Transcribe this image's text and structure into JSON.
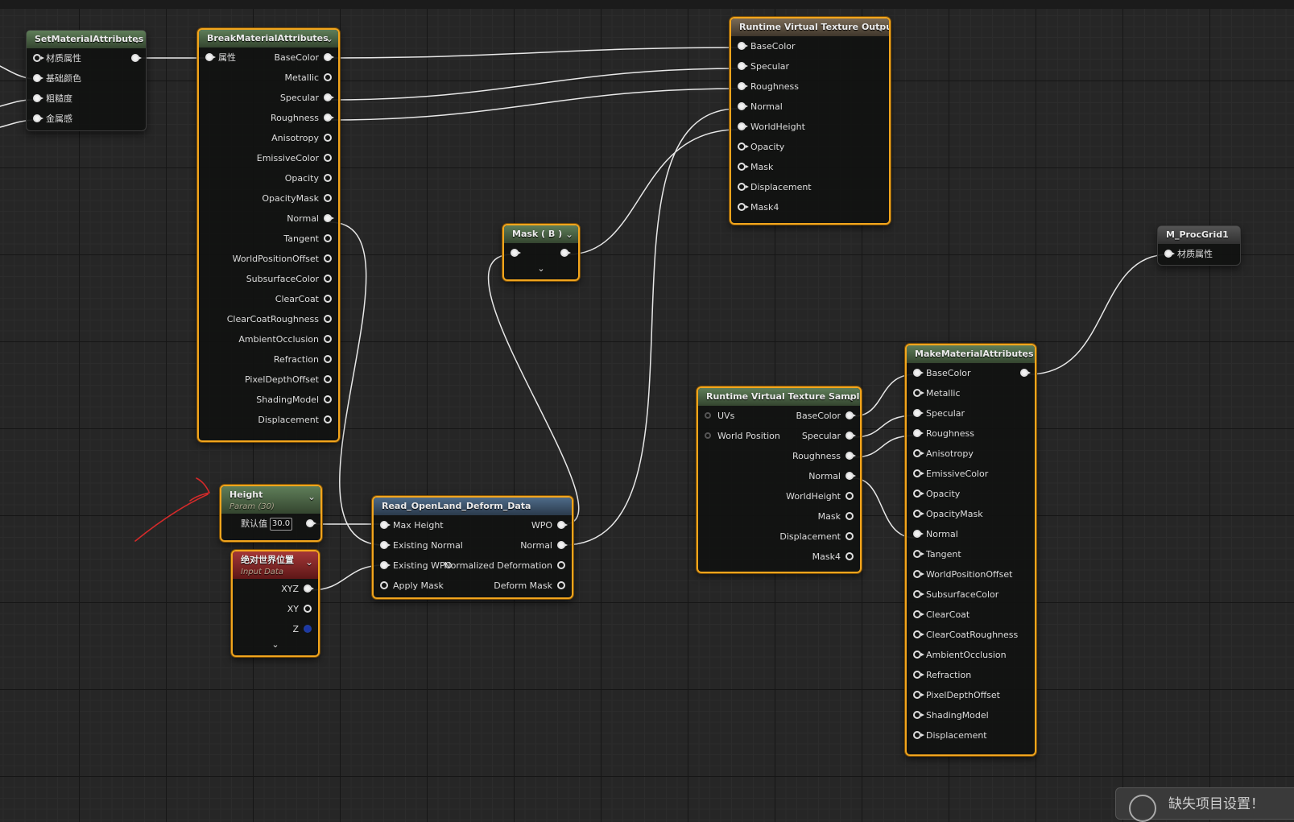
{
  "nodes": {
    "set_material_attributes": {
      "title": "SetMaterialAttributes",
      "inputs": [
        "材质属性",
        "基础颜色",
        "粗糙度",
        "金属感"
      ]
    },
    "break_material_attributes": {
      "title": "BreakMaterialAttributes",
      "input": "属性",
      "outputs": [
        "BaseColor",
        "Metallic",
        "Specular",
        "Roughness",
        "Anisotropy",
        "EmissiveColor",
        "Opacity",
        "OpacityMask",
        "Normal",
        "Tangent",
        "WorldPositionOffset",
        "SubsurfaceColor",
        "ClearCoat",
        "ClearCoatRoughness",
        "AmbientOcclusion",
        "Refraction",
        "PixelDepthOffset",
        "ShadingModel",
        "Displacement"
      ]
    },
    "rvt_output": {
      "title": "Runtime Virtual Texture Output",
      "inputs": [
        "BaseColor",
        "Specular",
        "Roughness",
        "Normal",
        "WorldHeight",
        "Opacity",
        "Mask",
        "Displacement",
        "Mask4"
      ]
    },
    "mask_b": {
      "title": "Mask ( B )"
    },
    "proc_grid": {
      "title": "M_ProcGrid1",
      "input": "材质属性"
    },
    "make_material_attributes": {
      "title": "MakeMaterialAttributes",
      "inputs": [
        "BaseColor",
        "Metallic",
        "Specular",
        "Roughness",
        "Anisotropy",
        "EmissiveColor",
        "Opacity",
        "OpacityMask",
        "Normal",
        "Tangent",
        "WorldPositionOffset",
        "SubsurfaceColor",
        "ClearCoat",
        "ClearCoatRoughness",
        "AmbientOcclusion",
        "Refraction",
        "PixelDepthOffset",
        "ShadingModel",
        "Displacement"
      ]
    },
    "rvt_sample": {
      "title": "Runtime Virtual Texture Sample",
      "inputs": [
        "UVs",
        "World Position"
      ],
      "outputs": [
        "BaseColor",
        "Specular",
        "Roughness",
        "Normal",
        "WorldHeight",
        "Mask",
        "Displacement",
        "Mask4"
      ]
    },
    "height_param": {
      "title": "Height",
      "subtitle": "Param (30)",
      "default_label": "默认值",
      "default_value": "30.0"
    },
    "deform_data": {
      "title": "Read_OpenLand_Deform_Data",
      "inputs": [
        "Max Height",
        "Existing Normal",
        "Existing WPO",
        "Apply Mask"
      ],
      "outputs": [
        "WPO",
        "Normal",
        "Normalized Deformation",
        "Deform Mask"
      ]
    },
    "absolute_world_position": {
      "title": "绝对世界位置",
      "subtitle": "Input Data",
      "outputs": [
        "XYZ",
        "XY",
        "Z"
      ]
    }
  },
  "notification": {
    "text": "缺失项目设置！"
  },
  "colors": {
    "selection": "#f2a51d",
    "annotation_arrow": "#d42a2a",
    "wire": "#e8e8e8"
  }
}
